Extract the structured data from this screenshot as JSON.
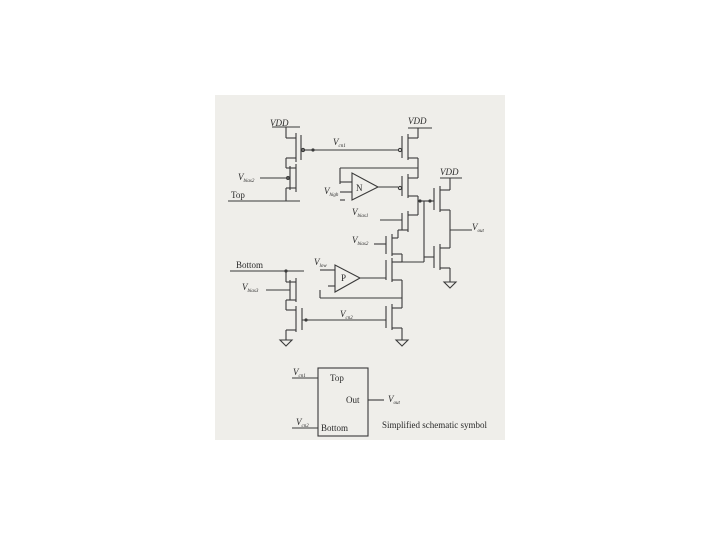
{
  "supply": {
    "vdd_1": "VDD",
    "vdd_2": "VDD",
    "vdd_3": "VDD"
  },
  "signals": {
    "vcn1": "V",
    "vcn1_sub": "cn1",
    "vbias2": "V",
    "vbias2_sub": "bias2",
    "vhigh": "V",
    "vhigh_sub": "high",
    "vbias1": "V",
    "vbias1_sub": "bias1",
    "vbias2b": "V",
    "vbias2b_sub": "bias2",
    "vout": "V",
    "vout_sub": "out",
    "vlow": "V",
    "vlow_sub": "low",
    "vbias3": "V",
    "vbias3_sub": "bias3",
    "vcn2": "V",
    "vcn2_sub": "cn2"
  },
  "nodes": {
    "top": "Top",
    "bottom": "Bottom"
  },
  "amps": {
    "n_amp": "N",
    "p_amp": "P"
  },
  "symbol": {
    "in_top": "V",
    "in_top_sub": "cn1",
    "in_bot": "V",
    "in_bot_sub": "cn2",
    "port_top": "Top",
    "port_out": "Out",
    "port_bottom": "Bottom",
    "out": "V",
    "out_sub": "out",
    "caption": "Simplified schematic symbol"
  },
  "colors": {
    "ink": "#3a3a3a",
    "paper": "#efeeea"
  }
}
